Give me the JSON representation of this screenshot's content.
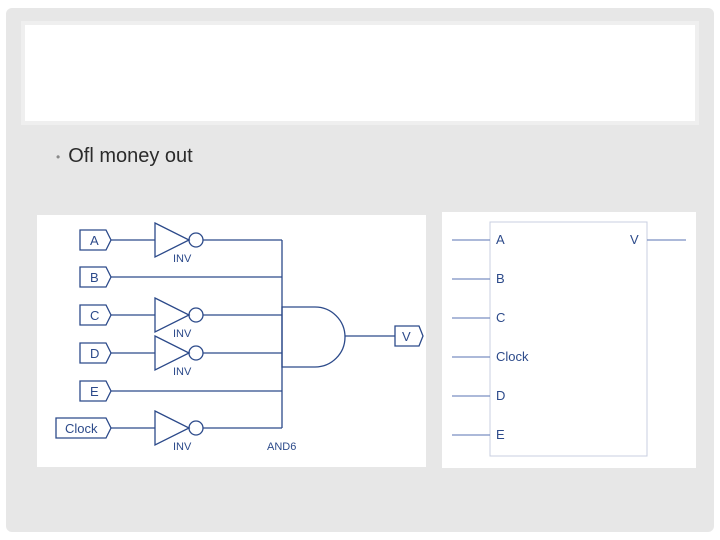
{
  "slide": {
    "title": "",
    "bullet": "Ofl money out"
  },
  "schematic": {
    "inputs": [
      "A",
      "B",
      "C",
      "D",
      "E",
      "Clock"
    ],
    "inverter_labels": [
      "INV",
      "INV",
      "INV",
      "INV"
    ],
    "gate_label": "AND6",
    "output": "V"
  },
  "symbol": {
    "left_ports": [
      "A",
      "B",
      "C",
      "Clock",
      "D",
      "E"
    ],
    "right_ports": [
      "V"
    ]
  }
}
